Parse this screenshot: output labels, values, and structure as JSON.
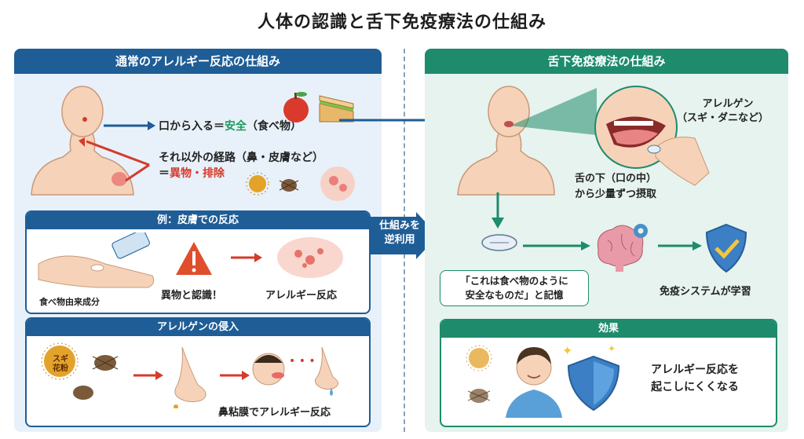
{
  "title": "人体の認識と舌下免疫療法の仕組み",
  "left": {
    "header": "通常のアレルギー反応の仕組み",
    "mouth_route": {
      "prefix": "口から入る＝",
      "highlight": "安全",
      "suffix": "（食べ物）"
    },
    "other_route": {
      "line1": "それ以外の経路（鼻・皮膚など）",
      "prefix": "＝",
      "highlight": "異物・排除"
    },
    "skin_card": {
      "header": "例：皮膚での反応",
      "source_label": "食べ物由来成分",
      "recognize_label": "異物と認識！",
      "result_label": "アレルギー反応"
    },
    "allergen_card": {
      "header": "アレルゲンの侵入",
      "pollen_label": "スギ花粉",
      "result_label": "鼻粘膜でアレルギー反応"
    }
  },
  "middle": {
    "line1": "仕組みを",
    "line2": "逆利用"
  },
  "right": {
    "header": "舌下免疫療法の仕組み",
    "allergen_label": {
      "line1": "アレルゲン",
      "line2": "（スギ・ダニなど）"
    },
    "intake_label": {
      "line1": "舌の下（口の中）",
      "line2": "から少量ずつ摂取"
    },
    "memory_bubble": {
      "line1": "「これは食べ物のように",
      "line2": "安全なものだ」と記憶"
    },
    "immune_label": "免疫システムが学習",
    "effect_card": {
      "header": "効果",
      "line1": "アレルギー反応を",
      "line2": "起こしにくくなる"
    }
  },
  "colors": {
    "left_accent": "#1f5d96",
    "right_accent": "#1e8b6c",
    "danger": "#d63a2a",
    "safe": "#1e9a5c"
  }
}
